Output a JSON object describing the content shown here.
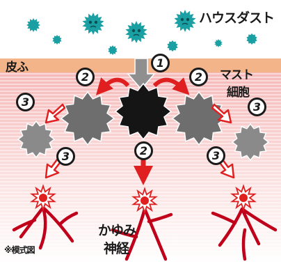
{
  "labels": {
    "house_dust": "ハウスダスト",
    "skin": "皮ふ",
    "mast_cell_line1": "マスト",
    "mast_cell_line2": "細胞",
    "nerve_line1": "かゆみ",
    "nerve_line2": "神経",
    "note": "※模式図"
  },
  "steps": {
    "one": "1",
    "two": "2",
    "three": "3"
  },
  "colors": {
    "dust": "#1a9fa3",
    "skin_band": "#f4b48a",
    "tissue": "#f7c6c6",
    "mast_cell_active": "#151515",
    "mast_cell_gray": "#6e6e6e",
    "mast_cell_light": "#8a8a8a",
    "arrow_red": "#e02020",
    "nerve": "#c0001a",
    "arrow_gray": "#8f8f8f"
  },
  "icons": {
    "dust_particle": "spiky-dust-icon",
    "mast_cell": "spiky-cell-icon",
    "nerve_signal": "starburst-icon"
  }
}
